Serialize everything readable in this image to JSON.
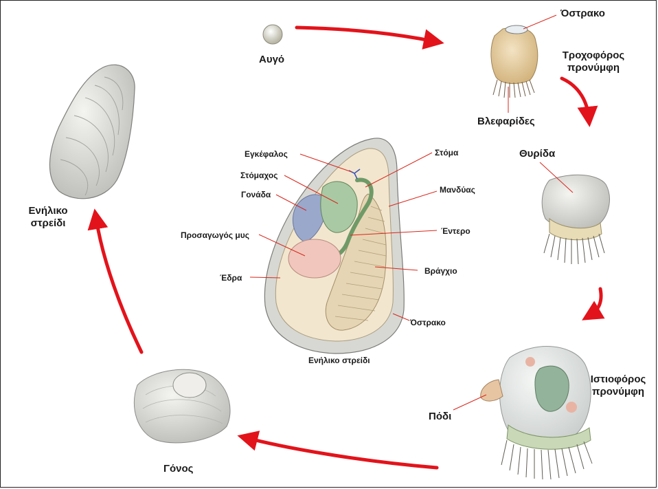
{
  "labels": {
    "egg": "Αυγό",
    "shell_top": "Όστρακο",
    "trochophore_1": "Τροχοφόρος",
    "trochophore_2": "προνύμφη",
    "cilia": "Βλεφαρίδες",
    "valve": "Θυρίδα",
    "veliger_1": "Ιστιοφόρος",
    "veliger_2": "προνύμφη",
    "foot": "Πόδι",
    "spat": "Γόνος",
    "adult_1": "Ενήλικο",
    "adult_2": "στρείδι",
    "center_caption": "Ενήλικο στρείδι"
  },
  "anatomy": {
    "brain": "Εγκέφαλος",
    "stomach": "Στόμαχος",
    "gonad": "Γονάδα",
    "adductor": "Προσαγωγός μυς",
    "anus": "Έδρα",
    "mouth": "Στόμα",
    "mantle": "Μανδύας",
    "intestine": "Έντερο",
    "gill": "Βράγχιο",
    "shell": "Όστρακο"
  },
  "colors": {
    "arrow": "#e3131b",
    "leader": "#d9261c",
    "shell_grey": "#d9dad6",
    "larva_tan": "#e2c99a",
    "digestive_green": "#a9c9a4",
    "muscle_pink": "#f1c7bd",
    "gonad_blue": "#9aa8cc",
    "gill_tan": "#e6d5b4"
  }
}
